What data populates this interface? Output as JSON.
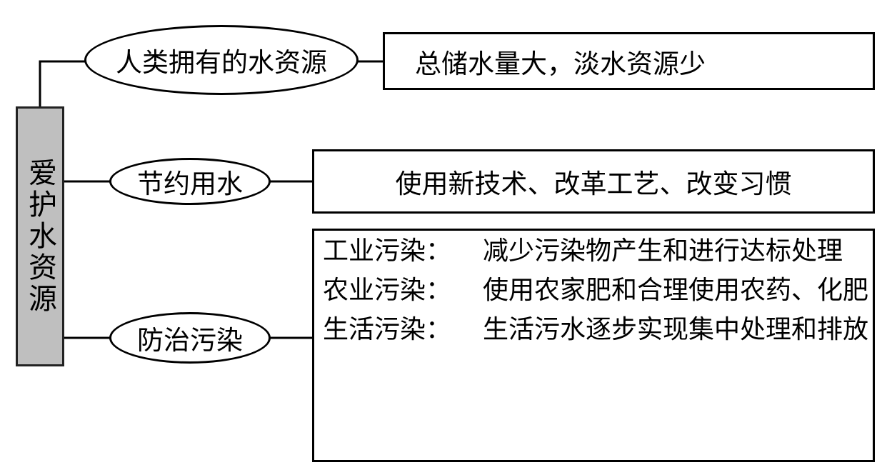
{
  "root": {
    "label": "爱护水资源"
  },
  "branches": [
    {
      "node_label": "人类拥有的水资源",
      "content": "总储水量大，淡水资源少"
    },
    {
      "node_label": "节约用水",
      "content": "使用新技术、改革工艺、改变习惯"
    },
    {
      "node_label": "防治污染",
      "items": [
        {
          "head": "工业污染：",
          "desc": "减少污染物产生和进行达标处理"
        },
        {
          "head": "农业污染：",
          "desc": "使用农家肥和合理使用农药、化肥"
        },
        {
          "head": "生活污染：",
          "desc": "生活污水逐步实现集中处理和排放"
        }
      ]
    }
  ]
}
